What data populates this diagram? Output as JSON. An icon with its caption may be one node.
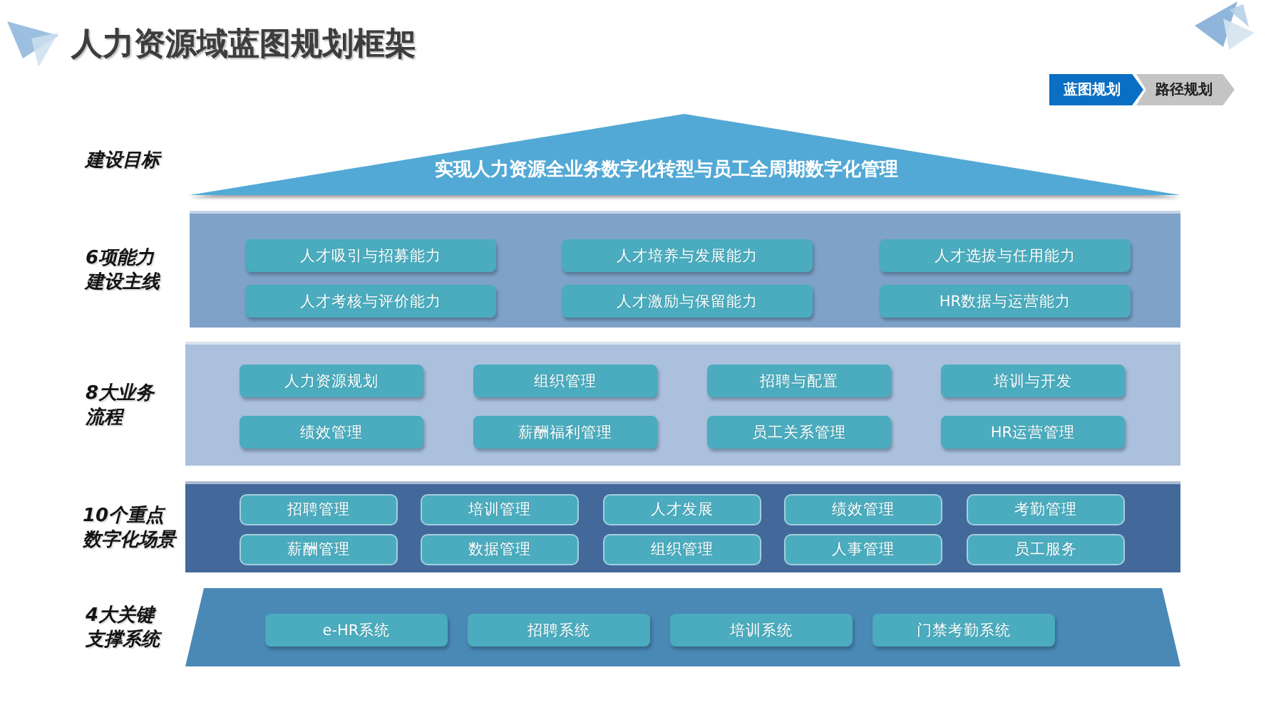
{
  "diagram": {
    "title": "人力资源域蓝图规划框架",
    "nodes": [
      {
        "text": [
          "蓝图规划"
        ]
      },
      {
        "text": [
          "路径规划"
        ]
      },
      {
        "text": [
          "建设目标",
          "实现人力资源全业务数字化转型与员工全周期数字化管理"
        ]
      },
      {
        "text": [
          "6项能力建设主线"
        ]
      },
      {
        "text": [
          "人才吸引与招募能力"
        ],
        "in": 3
      },
      {
        "text": [
          "人才培养与发展能力"
        ],
        "in": 3
      },
      {
        "text": [
          "人才选拔与任用能力"
        ],
        "in": 3
      },
      {
        "text": [
          "人才考核与评价能力"
        ],
        "in": 3
      },
      {
        "text": [
          "人才激励与保留能力"
        ],
        "in": 3
      },
      {
        "text": [
          "HR数据与运营能力"
        ],
        "in": 3
      },
      {
        "text": [
          "8大业务流程"
        ]
      },
      {
        "text": [
          "人力资源规划"
        ],
        "in": 10
      },
      {
        "text": [
          "组织管理"
        ],
        "in": 10
      },
      {
        "text": [
          "招聘与配置"
        ],
        "in": 10
      },
      {
        "text": [
          "培训与开发"
        ],
        "in": 10
      },
      {
        "text": [
          "绩效管理"
        ],
        "in": 10
      },
      {
        "text": [
          "薪酬福利管理"
        ],
        "in": 10
      },
      {
        "text": [
          "员工关系管理"
        ],
        "in": 10
      },
      {
        "text": [
          "HR运营管理"
        ],
        "in": 10
      },
      {
        "text": [
          "10个重点数字化场景"
        ]
      },
      {
        "text": [
          "招聘管理"
        ],
        "in": 19
      },
      {
        "text": [
          "培训管理"
        ],
        "in": 19
      },
      {
        "text": [
          "人才发展"
        ],
        "in": 19
      },
      {
        "text": [
          "绩效管理"
        ],
        "in": 19
      },
      {
        "text": [
          "考勤管理"
        ],
        "in": 19
      },
      {
        "text": [
          "薪酬管理"
        ],
        "in": 19
      },
      {
        "text": [
          "数据管理"
        ],
        "in": 19
      },
      {
        "text": [
          "组织管理"
        ],
        "in": 19
      },
      {
        "text": [
          "人事管理"
        ],
        "in": 19
      },
      {
        "text": [
          "员工服务"
        ],
        "in": 19
      },
      {
        "text": [
          "4大关键支撑系统"
        ]
      },
      {
        "text": [
          "e-HR系统"
        ],
        "in": 30
      },
      {
        "text": [
          "招聘系统"
        ],
        "in": 30
      },
      {
        "text": [
          "培训系统"
        ],
        "in": 30
      },
      {
        "text": [
          "门禁考勤系统"
        ],
        "in": 30
      }
    ]
  }
}
